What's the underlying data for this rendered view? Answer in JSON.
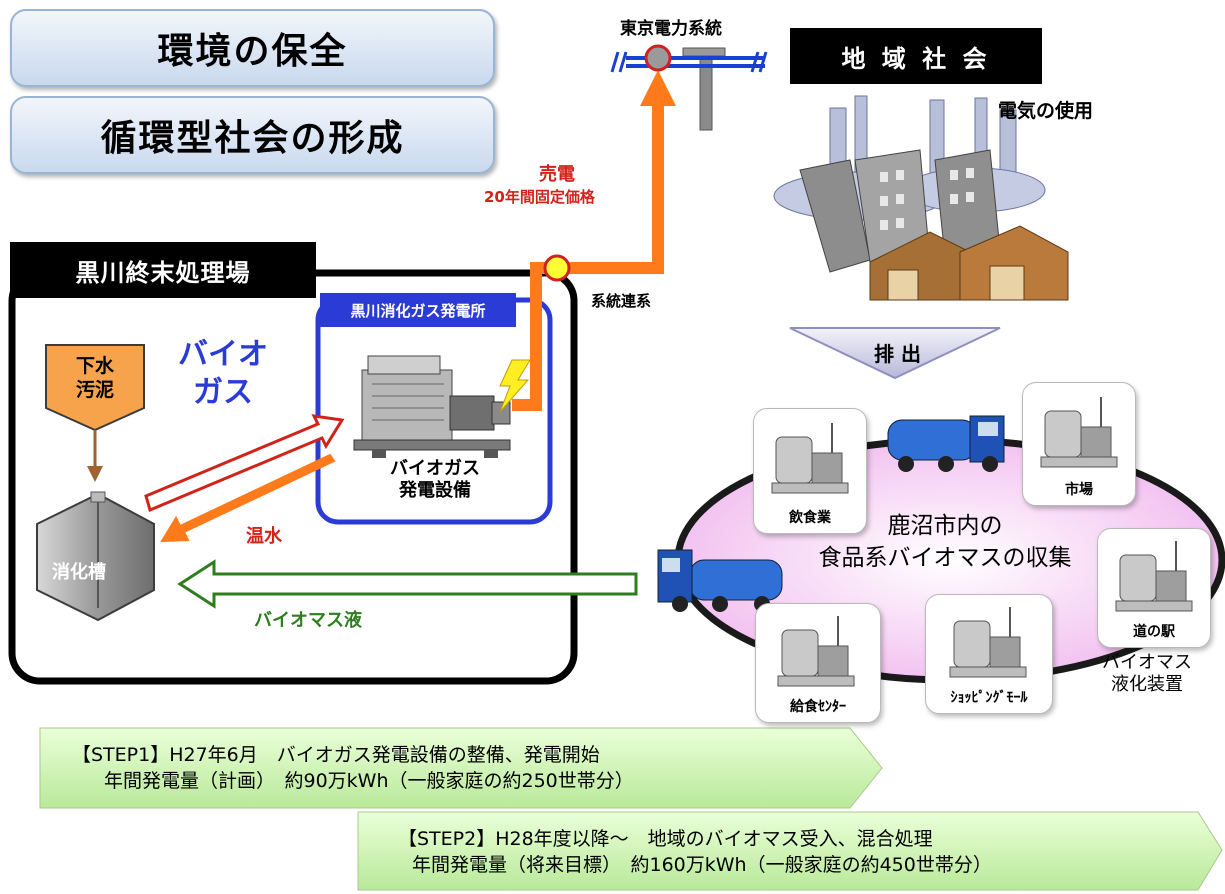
{
  "goals": {
    "goal1": "環境の保全",
    "goal2": "循環型社会の形成"
  },
  "grid": {
    "name": "東京電力系統",
    "sell_title": "売電",
    "sell_subtitle": "20年間固定価格",
    "interconnect": "系統連系"
  },
  "community": {
    "title": "地 域 社 会",
    "usage": "電気の使用",
    "discharge": "排 出"
  },
  "plant": {
    "title": "黒川終末処理場",
    "sludge": [
      "下水",
      "汚泥"
    ],
    "biogas": [
      "バイオ",
      "ガス"
    ],
    "digester": "消化槽",
    "power_station": "黒川消化ガス発電所",
    "generator_label": [
      "バイオガス",
      "発電設備"
    ],
    "hot_water": "温水",
    "biomass_liquid": "バイオマス液"
  },
  "collection": {
    "center_text": [
      "鹿沼市内の",
      "食品系バイオマスの収集"
    ],
    "sites": [
      "飲食業",
      "市場",
      "道の駅",
      "ｼｮｯﾋﾟﾝｸﾞﾓｰﾙ",
      "給食ｾﾝﾀｰ"
    ],
    "device_label": [
      "バイオマス",
      "液化装置"
    ]
  },
  "steps": {
    "step1_line1": "【STEP1】H27年6月　バイオガス発電設備の整備、発電開始",
    "step1_line2": "年間発電量（計画）　約90万kWh（一般家庭の約250世帯分）",
    "step2_line1": "【STEP2】H28年度以降～　地域のバイオマス受入、混合処理",
    "step2_line2": "年間発電量（将来目標）　約160万kWh（一般家庭の約450世帯分）"
  },
  "colors": {
    "power_orange": "#ff7a1a",
    "biogas_blue": "#2b3bd6",
    "biomass_green": "#2e7d1e",
    "sell_red": "#d0231a",
    "collection_pink": "#f3c6f0",
    "step_green": "#c8f0a6"
  }
}
